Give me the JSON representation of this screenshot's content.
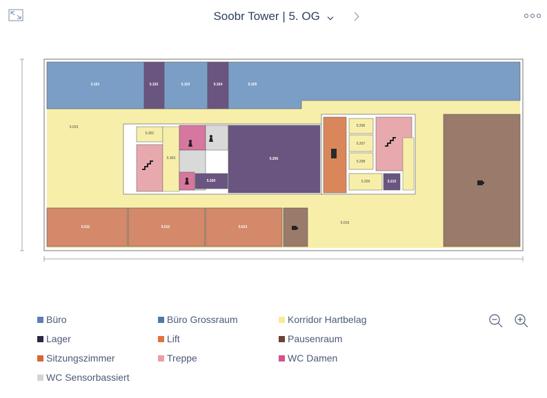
{
  "header": {
    "building": "Soobr Tower",
    "separator": "|",
    "floor": "5. OG",
    "icons": {
      "expand": "expand-icon",
      "next": "chevron-right-icon",
      "more": "more-dots-icon",
      "floor_menu": "chevron-down-icon"
    }
  },
  "plan": {
    "rooms": {
      "r5101": "5.101",
      "r5102": "5.102",
      "r5103": "5.103",
      "r5104": "5.104",
      "r5105": "5.105",
      "r5015": "5.015",
      "r5301": "5.301",
      "r5303": "5.303",
      "r5200": "5.200",
      "r5205": "5.205",
      "r5206": "5.206",
      "r5207": "5.207",
      "r5208": "5.208",
      "r5209": "5.209",
      "r5210": "5.210",
      "r5011": "5.011",
      "r5012": "5.012",
      "r5013": "5.013",
      "r5016": "5.016"
    }
  },
  "colors": {
    "buero": "#5b82b8",
    "buero_gross": "#7b9ec6",
    "korridor": "#f7eeaa",
    "lager": "#6a5580",
    "lift": "#d9865a",
    "pausenraum": "#9a7a6a",
    "sitzungszimmer": "#d3896a",
    "treppe": "#e7a9ae",
    "wc_damen": "#d7769e",
    "wc_sensor": "#d9d9d9"
  },
  "legend": {
    "items": [
      {
        "label": "Büro",
        "color": "#5b7fb3"
      },
      {
        "label": "Büro Grossraum",
        "color": "#4f79a8"
      },
      {
        "label": "Korridor Hartbelag",
        "color": "#f7eb95"
      },
      {
        "label": "Lager",
        "color": "#2e2444"
      },
      {
        "label": "Lift",
        "color": "#e0733d"
      },
      {
        "label": "Pausenraum",
        "color": "#6b4434"
      },
      {
        "label": "Sitzungszimmer",
        "color": "#d9653a"
      },
      {
        "label": "Treppe",
        "color": "#e8a0a6"
      },
      {
        "label": "WC Damen",
        "color": "#d4538c"
      },
      {
        "label": "WC Sensorbassiert",
        "color": "#d4d4d4"
      }
    ]
  },
  "zoom": {
    "out_icon": "zoom-out-icon",
    "in_icon": "zoom-in-icon"
  }
}
